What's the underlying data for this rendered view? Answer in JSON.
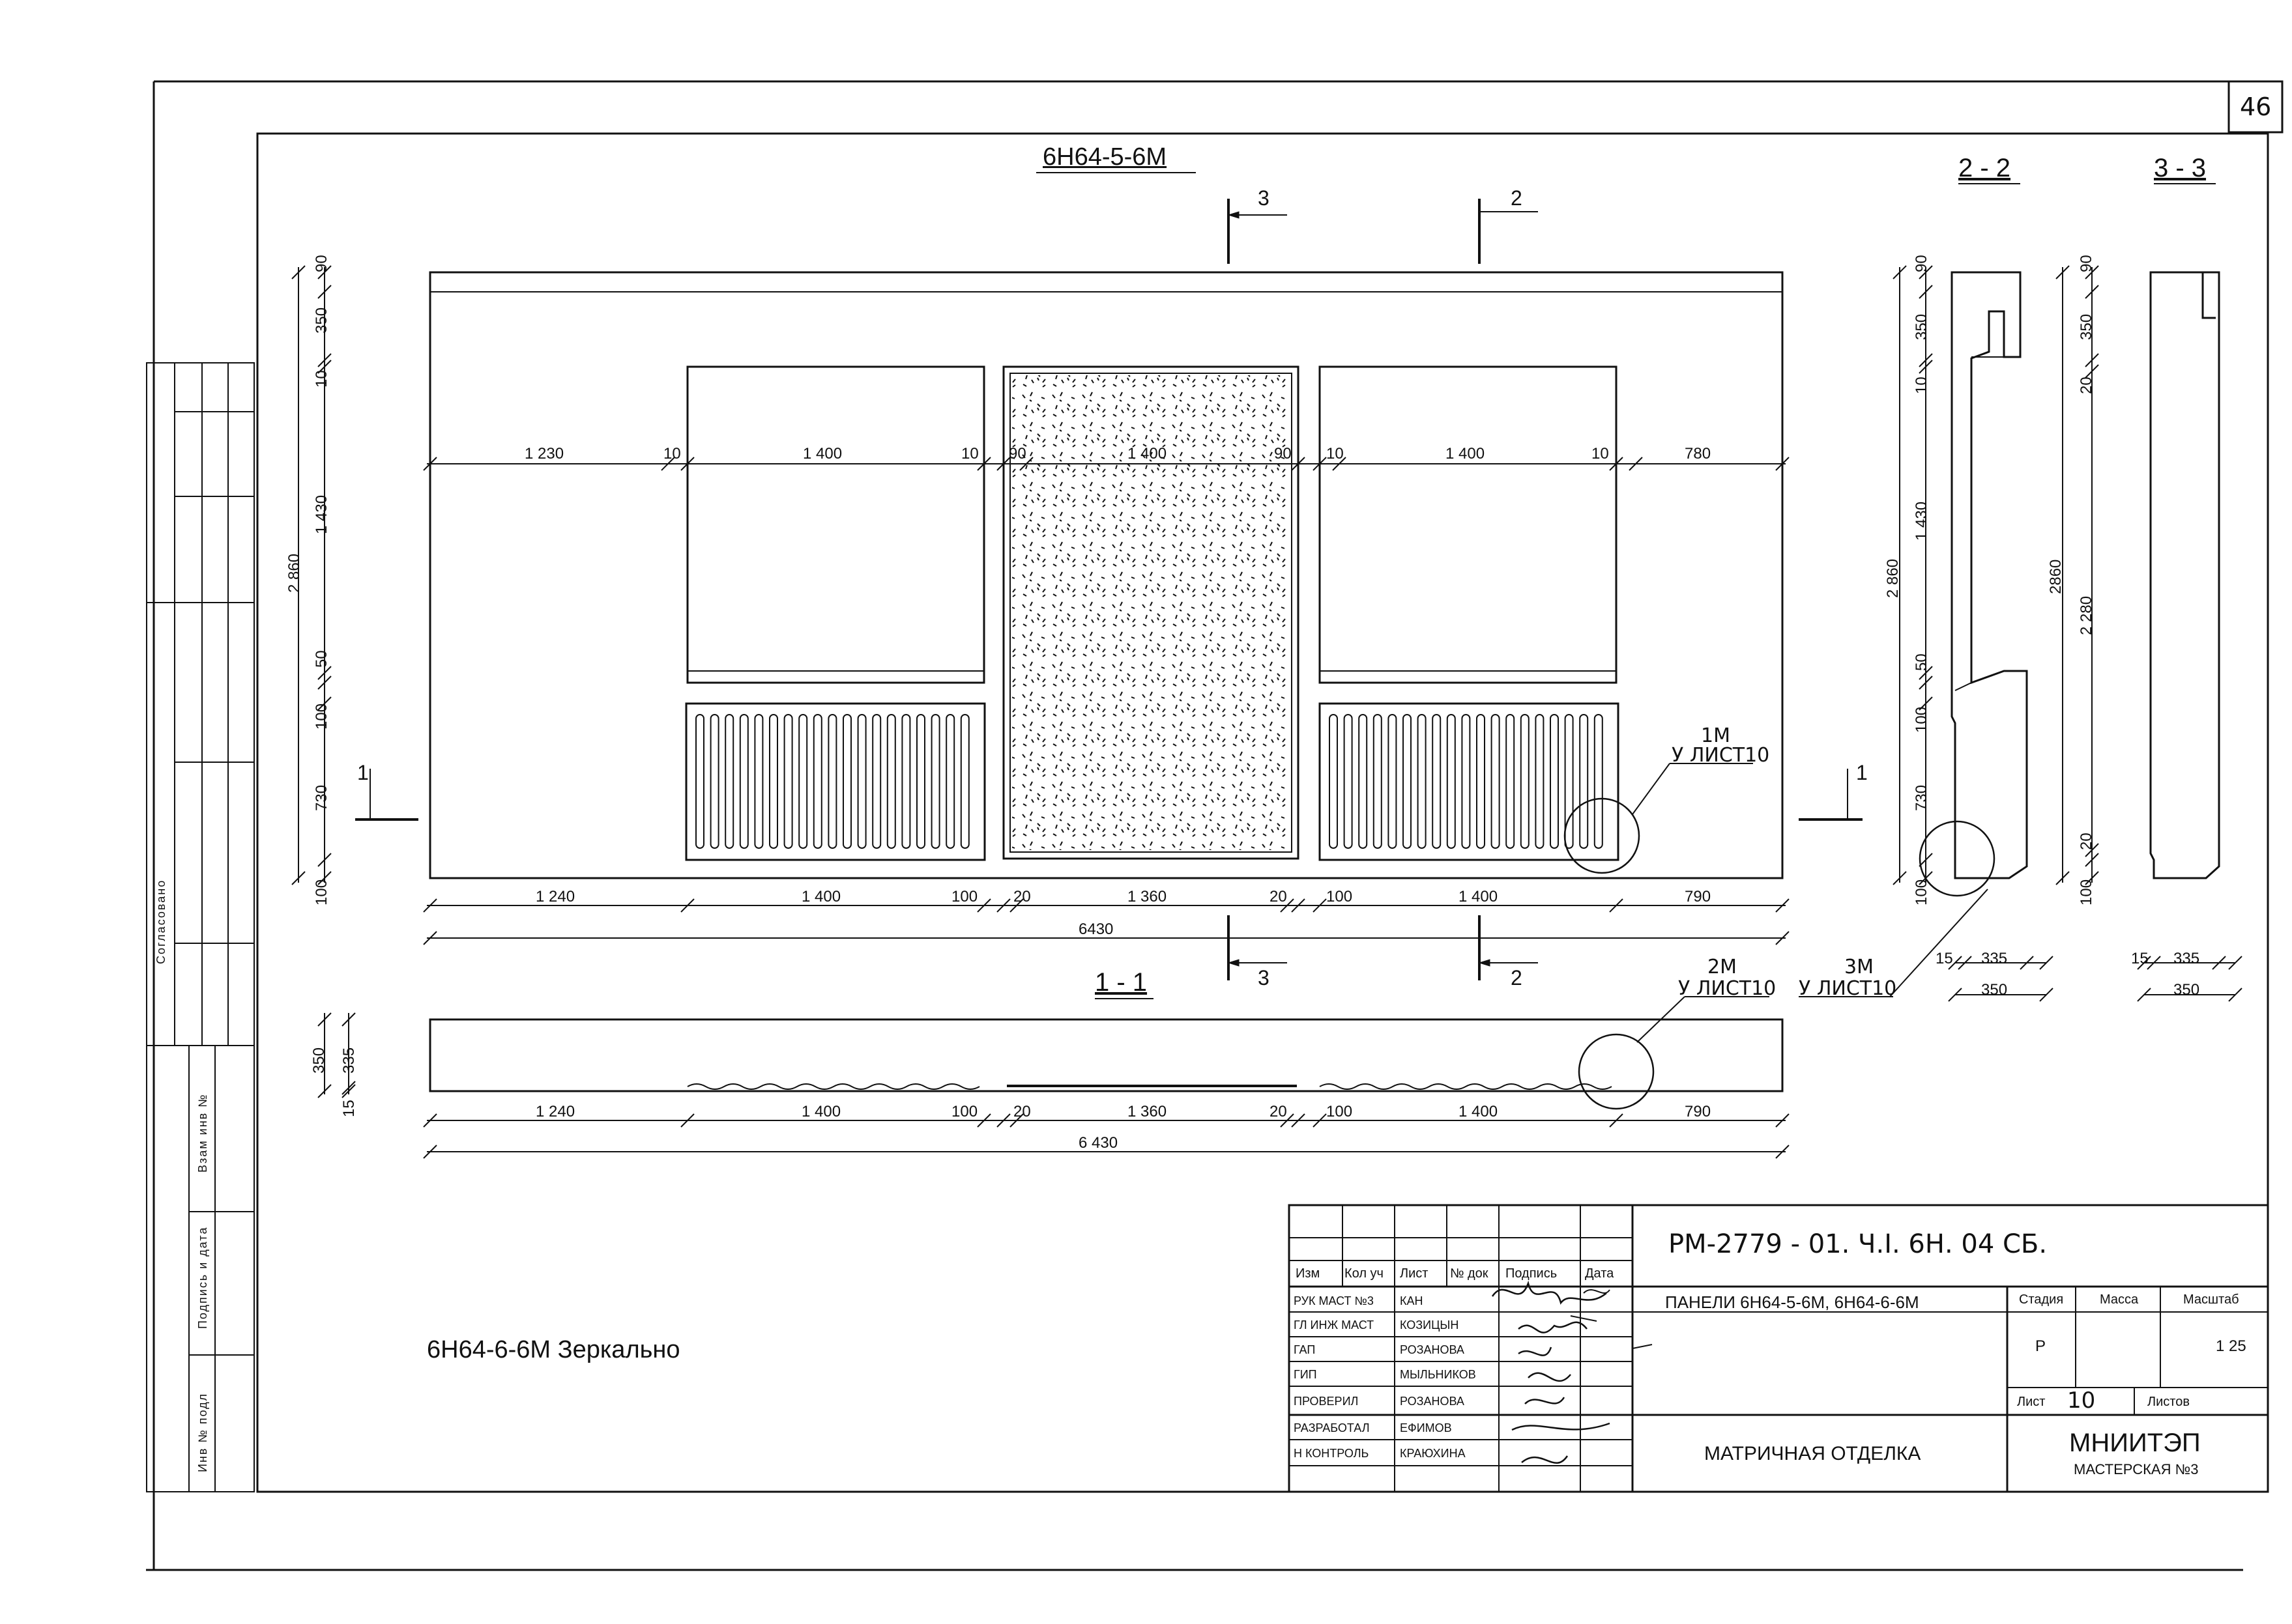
{
  "page_number": "46",
  "views": {
    "front_title": "6Н64-5-6М",
    "section_2": "2 - 2",
    "section_3": "3 - 3",
    "section_1": "1 - 1",
    "cut_marks": {
      "a": "3",
      "b": "2",
      "c": "1"
    },
    "mirror_note": "6Н64-6-6М Зеркально"
  },
  "callouts": {
    "c1_num": "1М",
    "c1_ref": "У ЛИСТ10",
    "c2_num": "2М",
    "c2_ref": "У ЛИСТ10",
    "c3_num": "3М",
    "c3_ref": "У ЛИСТ10"
  },
  "dims": {
    "top_row": [
      "1 230",
      "10",
      "1 400",
      "10",
      "90",
      "1 400",
      "90",
      "10",
      "1 400",
      "10",
      "780"
    ],
    "bottom_row": [
      "1 240",
      "1 400",
      "100",
      "20",
      "1 360",
      "20",
      "100",
      "1 400",
      "790"
    ],
    "total": "6430",
    "total_sec": "6 430",
    "left_stack": [
      "90",
      "350",
      "10",
      "1 430",
      "50",
      "100",
      "730",
      "100"
    ],
    "left_total": "2 860",
    "sec11_h": [
      "350",
      "335",
      "15"
    ],
    "sec22_stack": [
      "90",
      "350",
      "10",
      "1 430",
      "50",
      "100",
      "730",
      "100"
    ],
    "sec22_total": "2 860",
    "sec33_stack": [
      "90",
      "350",
      "20",
      "20",
      "100"
    ],
    "sec33_total": "2860",
    "sec33_inner": "2 280",
    "sec_w": [
      "15",
      "335",
      "350"
    ]
  },
  "title_block": {
    "code": "РМ-2779 - 01. Ч.I. 6Н. 04 СБ.",
    "headers": [
      "Изм",
      "Кол уч",
      "Лист",
      "№ док",
      "Подпись",
      "Дата"
    ],
    "roles": [
      "РУК МАСТ №3",
      "ГЛ ИНЖ МАСТ",
      "ГАП",
      "ГИП",
      "ПРОВЕРИЛ",
      "РАЗРАБОТАЛ",
      "Н КОНТРОЛЬ"
    ],
    "names": [
      "КАН",
      "КОЗИЦЫН",
      "РОЗАНОВА",
      "МЫЛЬНИКОВ",
      "РОЗАНОВА",
      "ЕФИМОВ",
      "КРАЮХИНА"
    ],
    "product": "ПАНЕЛИ 6Н64-5-6М, 6Н64-6-6М",
    "finish": "МАТРИЧНАЯ ОТДЕЛКА",
    "stage_label": "Стадия",
    "mass_label": "Масса",
    "scale_label": "Масштаб",
    "stage": "Р",
    "scale": "1 25",
    "sheet_label": "Лист",
    "sheet": "10",
    "sheets_label": "Листов",
    "org": "МНИИТЭП",
    "org_sub": "МАСТЕРСКАЯ №3"
  },
  "side_stamp": {
    "agreed": "Согласовано",
    "inv_replace": "Взам инв №",
    "sign_date": "Подпись и дата",
    "inv_orig": "Инв № подл"
  }
}
